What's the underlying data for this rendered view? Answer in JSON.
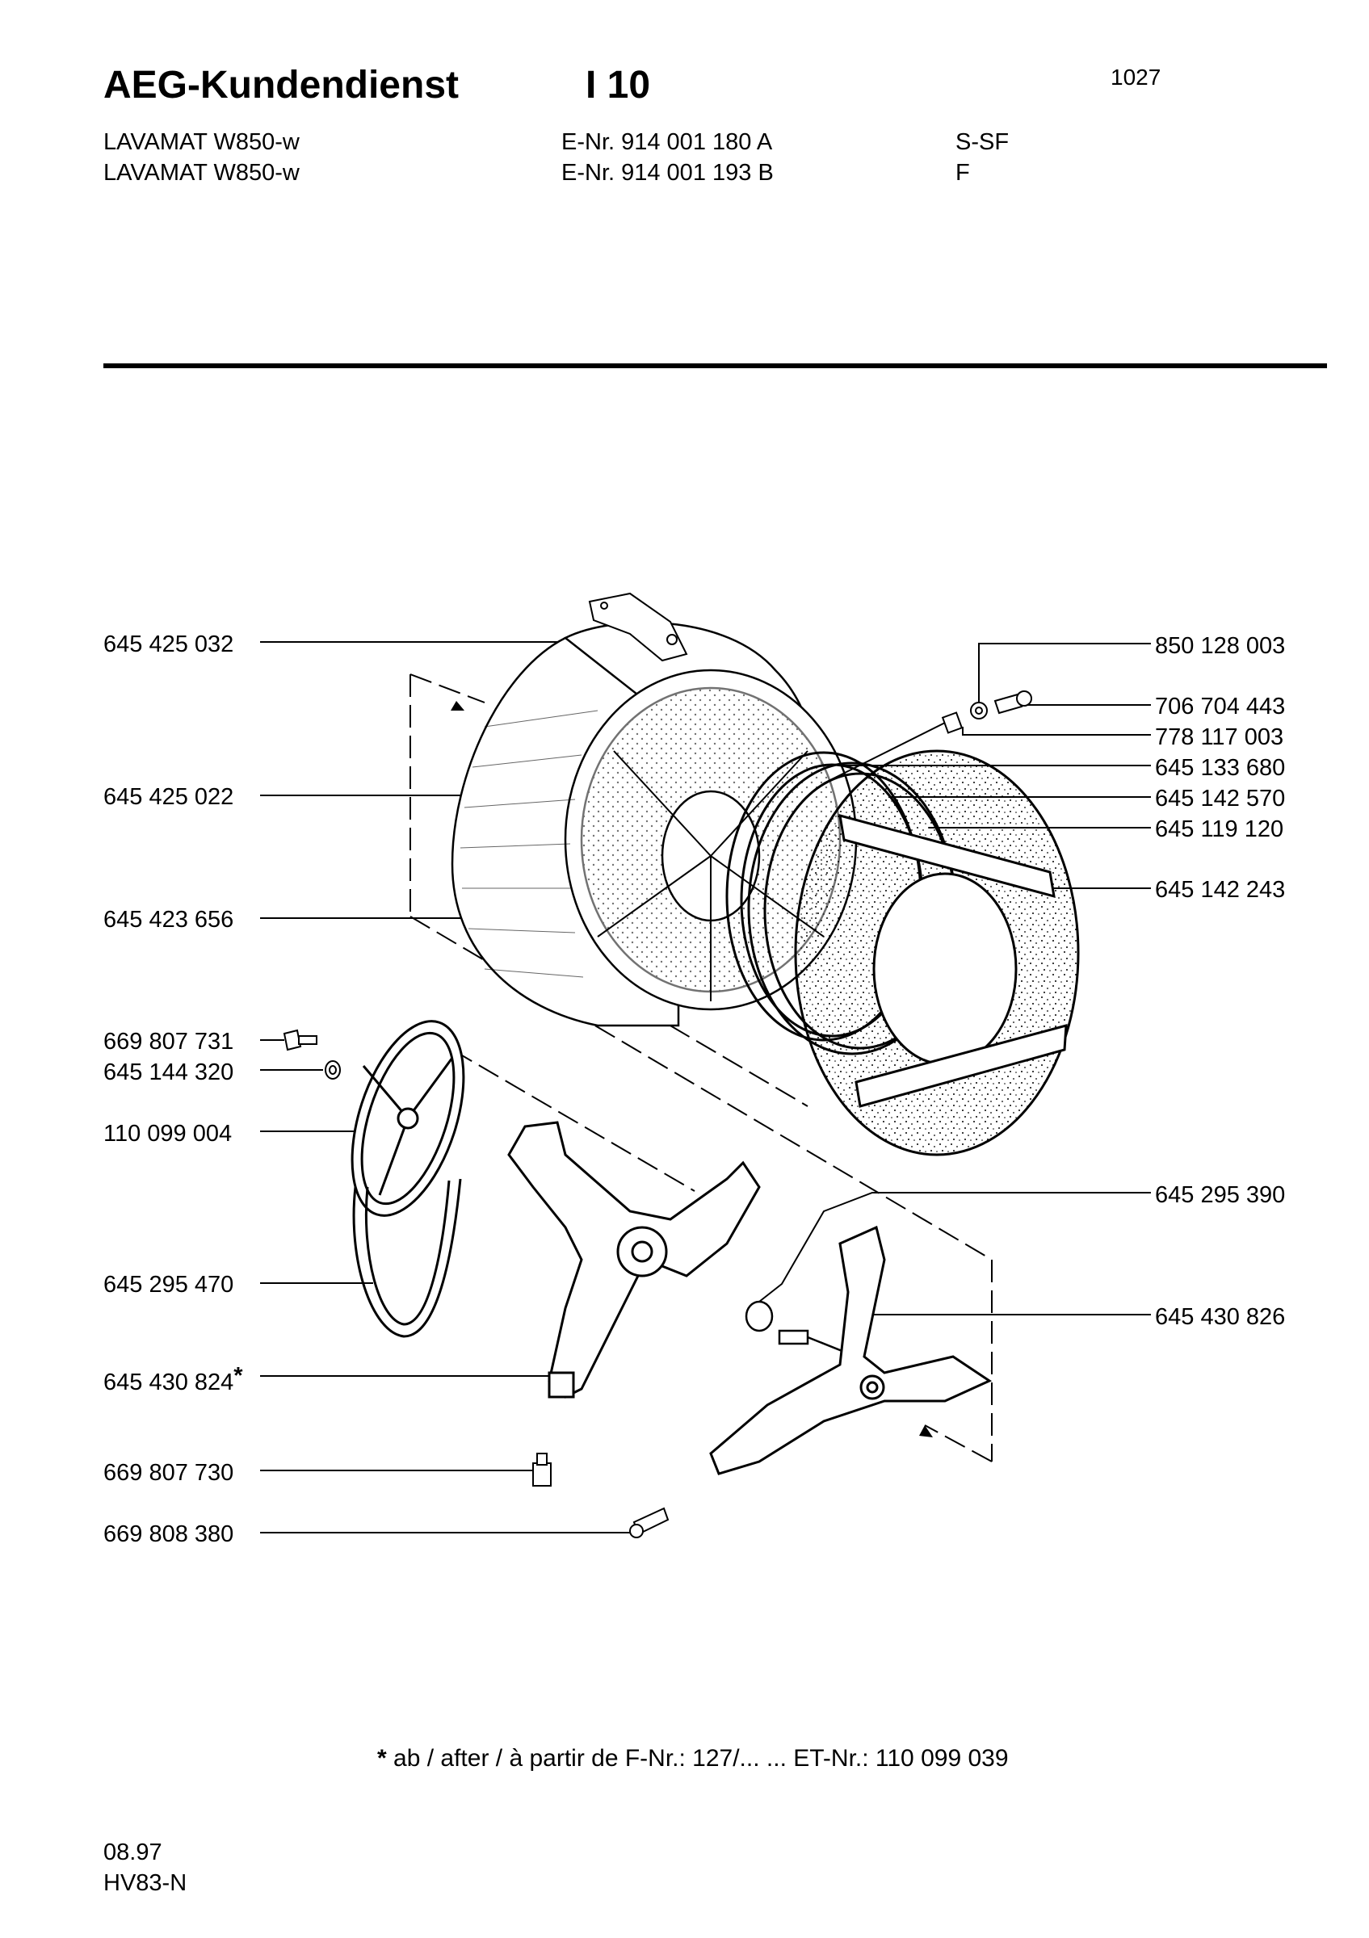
{
  "header": {
    "brand": "AEG-Kundendienst",
    "section": "I 10",
    "page_number": "1027"
  },
  "models": [
    {
      "name": "LAVAMAT W850-w",
      "enr": "E-Nr. 914 001 180 A",
      "variant": "S-SF"
    },
    {
      "name": "LAVAMAT W850-w",
      "enr": "E-Nr. 914 001 193 B",
      "variant": "F"
    }
  ],
  "parts_left": [
    "645 425 032",
    "645 425 022",
    "645 423 656",
    "669 807 731",
    "645 144 320",
    "110 099 004",
    "645 295 470",
    "645 430 824",
    "669 807 730",
    "669 808 380"
  ],
  "parts_left_star": "*",
  "parts_right": [
    "850 128 003",
    "706 704 443",
    "778 117 003",
    "645 133 680",
    "645 142 570",
    "645 119 120",
    "645 142 243",
    "645 295 390",
    "645 430 826"
  ],
  "footnote": {
    "star": "*",
    "text": "ab / after / à partir de F-Nr.: 127/... ...  ET-Nr.: 110 099 039"
  },
  "footer": {
    "date": "08.97",
    "code": "HV83-N"
  }
}
